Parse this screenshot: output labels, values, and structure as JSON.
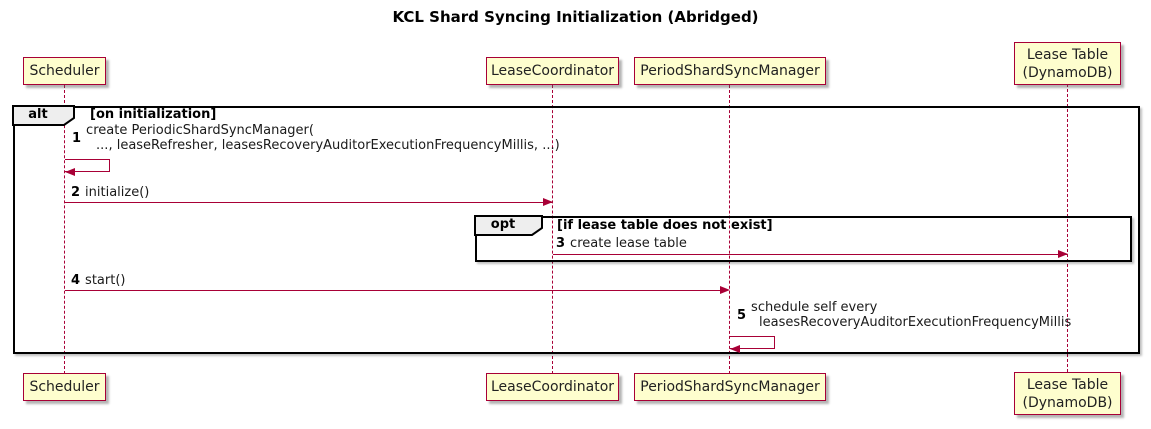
{
  "diagram": {
    "title": "KCL Shard Syncing Initialization (Abridged)",
    "colors": {
      "participant_fill": "#FEFECE",
      "participant_border": "#A80036",
      "lifeline_color": "#A80036",
      "arrow_color": "#A80036",
      "frame_border": "#000000",
      "operator_bg": "#EEEEEE"
    },
    "participants": {
      "scheduler": {
        "label": "Scheduler"
      },
      "lease_coordinator": {
        "label": "LeaseCoordinator"
      },
      "period_shard_sync_manager": {
        "label": "PeriodShardSyncManager"
      },
      "lease_table": {
        "label_line1": "Lease Table",
        "label_line2": "(DynamoDB)"
      }
    },
    "frames": {
      "alt": {
        "operator": "alt",
        "condition": "[on initialization]"
      },
      "opt": {
        "operator": "opt",
        "condition": "[if lease table does not exist]"
      }
    },
    "messages": {
      "m1": {
        "number": "1",
        "line1": "create PeriodicShardSyncManager(",
        "line2": "..., leaseRefresher, leasesRecoveryAuditorExecutionFrequencyMillis, ...)"
      },
      "m2": {
        "number": "2",
        "text": "initialize()"
      },
      "m3": {
        "number": "3",
        "text": "create lease table"
      },
      "m4": {
        "number": "4",
        "text": "start()"
      },
      "m5": {
        "number": "5",
        "line1": "schedule self every",
        "line2": "leasesRecoveryAuditorExecutionFrequencyMillis"
      }
    }
  }
}
